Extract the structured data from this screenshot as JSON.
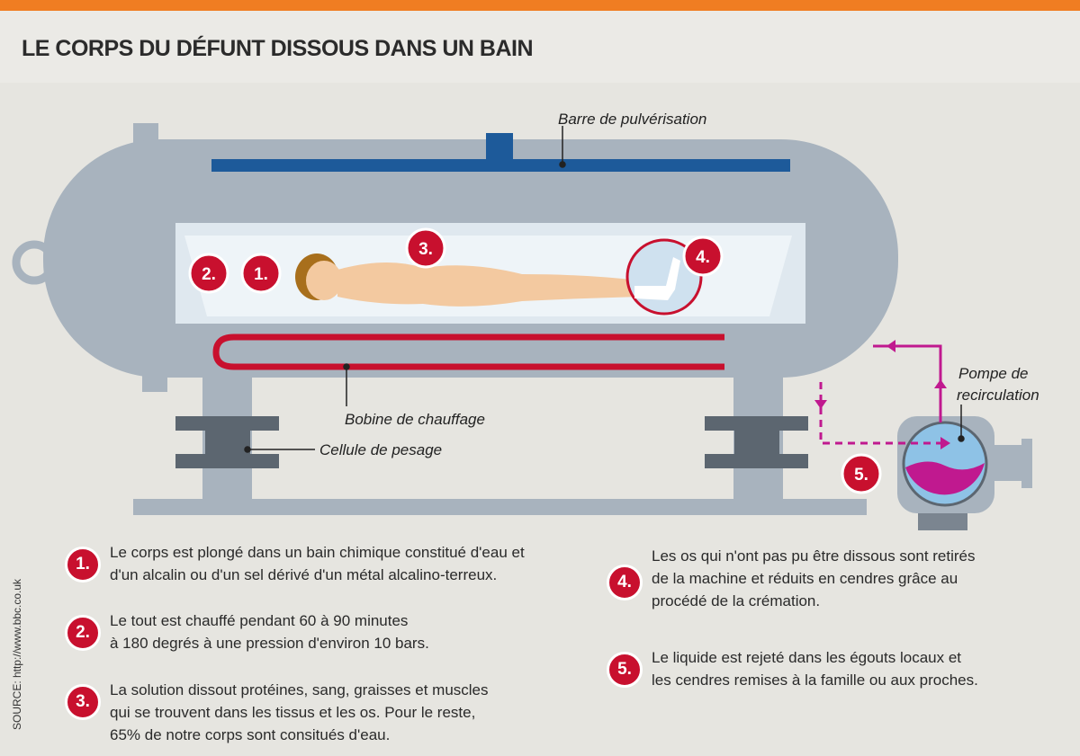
{
  "title": "LE CORPS DU DÉFUNT DISSOUS DANS UN BAIN",
  "labels": {
    "spray_bar": "Barre de pulvérisation",
    "heating_coil": "Bobine de chauffage",
    "load_cell": "Cellule de pesage",
    "pump_line1": "Pompe de",
    "pump_line2": "recirculation"
  },
  "badges": [
    "1.",
    "2.",
    "3.",
    "4.",
    "5."
  ],
  "steps": [
    {
      "num": "1.",
      "lines": [
        "Le corps est plongé dans un bain chimique constitué d'eau et",
        "d'un alcalin ou d'un sel dérivé d'un métal alcalino-terreux."
      ]
    },
    {
      "num": "2.",
      "lines": [
        "Le tout est chauffé pendant 60 à 90 minutes",
        "à 180 degrés à une pression d'environ 10 bars."
      ]
    },
    {
      "num": "3.",
      "lines": [
        "La solution dissout protéines, sang, graisses et muscles",
        "qui se trouvent dans les tissus et les os. Pour le reste,",
        "65% de notre corps sont consitués d'eau."
      ]
    },
    {
      "num": "4.",
      "lines": [
        "Les os qui n'ont pas pu être dissous sont retirés",
        "de la machine et réduits en cendres grâce au",
        "procédé de la crémation."
      ]
    },
    {
      "num": "5.",
      "lines": [
        "Le liquide est rejeté dans les égouts locaux et",
        "les cendres remises à la famille ou aux proches."
      ]
    }
  ],
  "source": "SOURCE: http://www.bbc.co.uk",
  "colors": {
    "accent": "#f07d22",
    "badge": "#c8102e",
    "tank": "#a8b3be",
    "spray_bar": "#1d5a9a",
    "pump_flow": "#c0198f"
  }
}
